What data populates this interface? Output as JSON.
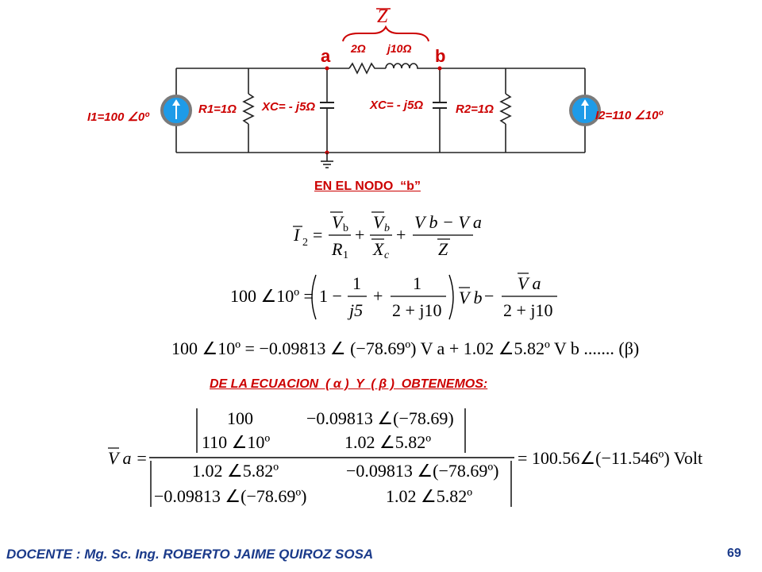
{
  "circuit": {
    "z_label": "Z",
    "node_a": "a",
    "node_b": "b",
    "z_resistor": "2Ω",
    "z_inductor": "j10Ω",
    "i1_label": "I1=100 ∠0º",
    "r1_label": "R1=1Ω",
    "xc_left_label": "XC= - j5Ω",
    "xc_right_label": "XC= - j5Ω",
    "r2_label": "R2=1Ω",
    "i2_label": "I2=110 ∠10º"
  },
  "section_title": "EN EL NODO  “b”",
  "eq1": {
    "lhs": "I",
    "lhs_sub": "2",
    "t1_num": "V",
    "t1_num_sub": "b",
    "t1_den": "R",
    "t1_den_sub": "1",
    "t2_num": "V",
    "t2_num_sub": "b",
    "t2_den": "X",
    "t2_den_sub": "c",
    "t3_num": "V b − V a",
    "t3_den": "Z"
  },
  "eq2": {
    "lhs": "100 ∠10º =",
    "a": "1 −",
    "f1_num": "1",
    "f1_den": "j5",
    "f2_num": "1",
    "f2_den": "2 + j10",
    "vb": "V b",
    "minus": "−",
    "f3_num": "V a",
    "f3_den": "2 + j10"
  },
  "eq3": {
    "text": "100 ∠10º = −0.09813 ∠ (−78.69º) V a + 1.02 ∠5.82º V b ....... (β)"
  },
  "subtitle": "DE LA ECUACION  ( α )  Y  ( β )  OBTENEMOS:",
  "eq4": {
    "lhs": "V a =",
    "num_r1c1": "100",
    "num_r1c2": "−0.09813 ∠(−78.69)",
    "num_r2c1": "110 ∠10º",
    "num_r2c2": "1.02 ∠5.82º",
    "den_r1c1": "1.02 ∠5.82º",
    "den_r1c2": "−0.09813 ∠(−78.69º)",
    "den_r2c1": "−0.09813 ∠(−78.69º)",
    "den_r2c2": "1.02 ∠5.82º",
    "result": "= 100.56∠(−11.546º) Volt"
  },
  "footer": {
    "author": "DOCENTE : Mg. Sc. Ing. ROBERTO JAIME QUIROZ SOSA",
    "page": "69"
  },
  "colors": {
    "wire": "#1a1a1a",
    "label_red": "#cc0000",
    "source_fill": "#1e9be8",
    "footer_blue": "#1a3a8a"
  }
}
